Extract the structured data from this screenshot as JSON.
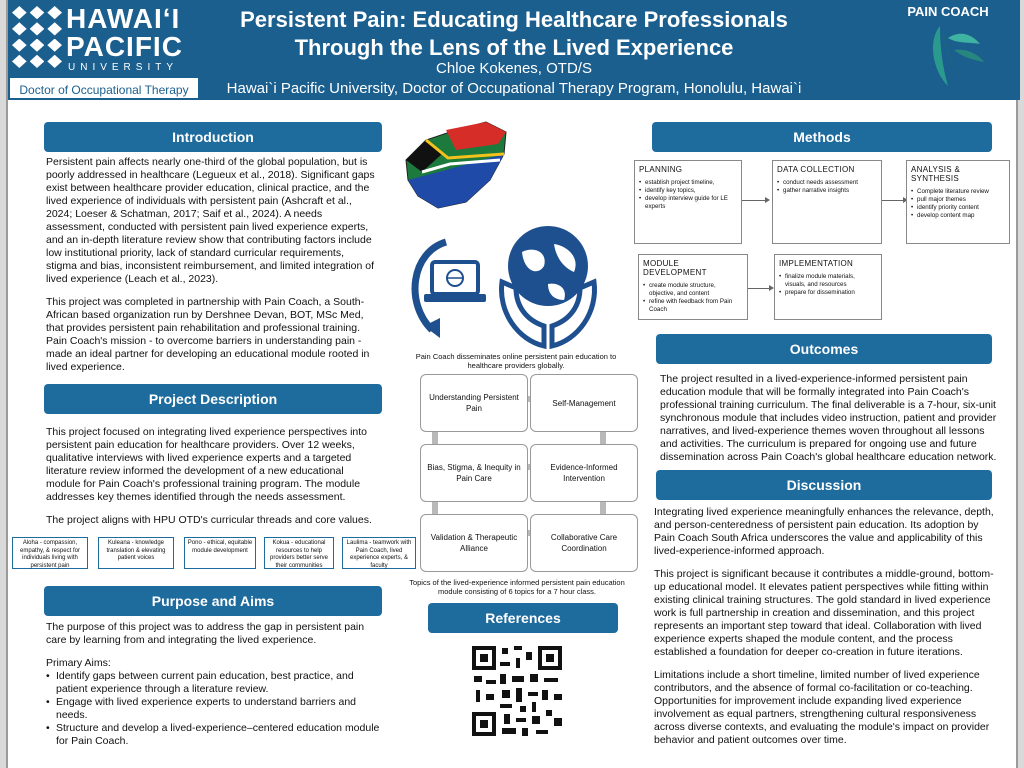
{
  "header": {
    "logo_line1": "HAWAIʻI",
    "logo_line2": "PACIFIC",
    "logo_line3": "UNIVERSITY",
    "logo_program": "Doctor of Occupational Therapy",
    "title": "Persistent Pain: Educating Healthcare Professionals Through the Lens of the Lived Experience",
    "author": "Chloe Kokenes, OTD/S",
    "affiliation": "Hawai`i Pacific University, Doctor of Occupational Therapy Program, Honolulu, Hawai`i",
    "partner_logo": "PAIN COACH"
  },
  "introduction": {
    "heading": "Introduction",
    "p1": "Persistent pain affects nearly one-third of the global population, but is poorly addressed in healthcare (Legueux et al., 2018). Significant gaps exist between healthcare provider education, clinical practice, and the lived experience of individuals with persistent pain (Ashcraft et al., 2024; Loeser & Schatman, 2017; Saif et al., 2024). A needs assessment, conducted with persistent pain lived experience experts, and an in-depth literature review show that contributing factors include low institutional priority, lack of standard curricular requirements, stigma and bias, inconsistent reimbursement, and limited integration of lived experience (Leach et al., 2023).",
    "p2": "This project was completed in partnership with Pain Coach, a South-African based organization run by Dershnee Devan, BOT, MSc Med, that provides  persistent pain rehabilitation and professional training. Pain Coach's mission - to overcome barriers in understanding pain - made an ideal partner for developing an educational module rooted in lived experience."
  },
  "project_description": {
    "heading": "Project Description",
    "p1": "This project focused on integrating lived experience perspectives into persistent pain education for healthcare providers. Over 12 weeks, qualitative interviews with lived experience experts and a targeted literature review informed the development of a new educational module for Pain Coach's professional training program. The module addresses key themes identified through the needs assessment.",
    "p2": "The project aligns with HPU OTD's curricular threads and core values.",
    "values": [
      "Aloha - compassion, empathy, & respect for individuals living with persistent pain",
      "Kuleana - knowledge translation & elevating patient voices",
      "Pono - ethical, equitable module development",
      "Kokua - educational resources to help providers better serve their communities",
      "Laulima - teamwork with Pain Coach, lived experience experts, & faculty"
    ]
  },
  "purpose": {
    "heading": "Purpose and Aims",
    "p1": "The purpose of this project was to address the gap in persistent pain care by learning from and integrating the lived experience.",
    "aims_label": "Primary Aims:",
    "aims": [
      "Identify gaps between current pain education, best practice, and patient experience through a literature review.",
      "Engage with lived experience experts to understand barriers and needs.",
      "Structure and develop a lived-experience–centered education module for Pain Coach."
    ]
  },
  "center": {
    "image_caption": "Pain Coach disseminates online persistent pain education to healthcare providers globally.",
    "topics": [
      "Understanding Persistent Pain",
      "Self-Management",
      "Bias, Stigma, & Inequity in Pain Care",
      "Evidence-Informed Intervention",
      "Validation & Therapeutic Alliance",
      "Collaborative Care Coordination"
    ],
    "topics_caption": "Topics of the lived-experience informed persistent pain education module consisting of 6 topics for a 7 hour class.",
    "references_heading": "References"
  },
  "methods": {
    "heading": "Methods",
    "boxes": [
      {
        "title": "PLANNING",
        "items": [
          "establish project timeline,",
          "identify key topics,",
          "develop interview guide for LE experts"
        ]
      },
      {
        "title": "DATA COLLECTION",
        "items": [
          "conduct needs assessment",
          "gather narrative insights"
        ]
      },
      {
        "title": "ANALYSIS & SYNTHESIS",
        "items": [
          "Complete literature review",
          "pull major themes",
          "identify priority content",
          "develop content map"
        ]
      },
      {
        "title": "MODULE DEVELOPMENT",
        "items": [
          "create module structure, objective, and content",
          "refine with feedback from Pain Coach"
        ]
      },
      {
        "title": "IMPLEMENTATION",
        "items": [
          "finalize module materials, visuals, and resources",
          "prepare for dissemination"
        ]
      }
    ]
  },
  "outcomes": {
    "heading": "Outcomes",
    "p1": "The project resulted in a lived-experience-informed persistent pain education module that will be formally integrated into Pain Coach's professional training curriculum. The final deliverable is a 7-hour, six-unit synchronous module that includes video instruction, patient and provider narratives, and lived-experience themes woven throughout all lessons and activities. The curriculum is prepared for ongoing use and future dissemination across Pain Coach's global healthcare education network."
  },
  "discussion": {
    "heading": "Discussion",
    "p1": "Integrating lived experience meaningfully enhances the relevance, depth, and person-centeredness of persistent pain education. Its adoption by Pain Coach South Africa underscores the value and applicability of this lived-experience-informed approach.",
    "p2": "This project is significant because it contributes a middle-ground, bottom-up educational model. It elevates patient perspectives while fitting within existing clinical training structures. The gold standard in lived experience work is full partnership in creation and dissemination, and this project represents an important step toward that ideal. Collaboration with lived experience experts shaped the module content, and the process established a foundation for deeper co-creation in future iterations.",
    "p3": "Limitations include a short timeline, limited number of lived experience contributors, and the absence of formal co-facilitation or co-teaching. Opportunities for improvement include expanding lived experience involvement as equal partners, strengthening cultural responsiveness across diverse contexts, and evaluating the module's impact on provider behavior and patient outcomes over time."
  },
  "colors": {
    "header_blue": "#1b5f8f",
    "section_blue": "#1e6b9e"
  }
}
